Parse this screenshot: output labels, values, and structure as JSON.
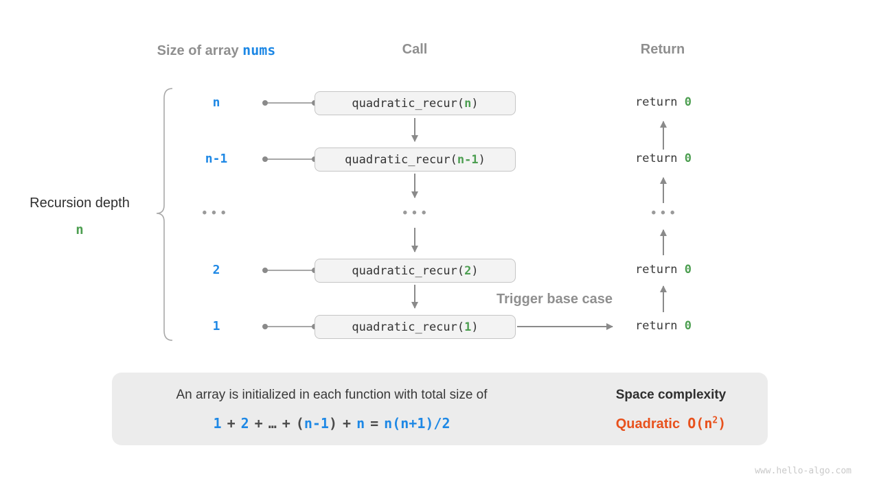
{
  "colors": {
    "accent_blue": "#1e88e5",
    "accent_green": "#4c9e50",
    "accent_orange": "#e8511c",
    "header_gray": "#8f8f8f",
    "arrow_gray": "#8a8a8a",
    "box_fill": "#f3f3f3",
    "panel_fill": "#ececec"
  },
  "headers": {
    "size_text": "Size of array ",
    "size_code": "nums",
    "call": "Call",
    "return": "Return"
  },
  "left": {
    "caption": "Recursion depth",
    "depth_value": "n"
  },
  "rows": [
    {
      "size": "n",
      "call_pre": "quadratic_recur(",
      "call_arg": "n",
      "call_suf": ")",
      "ret_kw": "return ",
      "ret_val": "0"
    },
    {
      "size": "n-1",
      "call_pre": "quadratic_recur(",
      "call_arg": "n-1",
      "call_suf": ")",
      "ret_kw": "return ",
      "ret_val": "0"
    },
    {
      "size": "2",
      "call_pre": "quadratic_recur(",
      "call_arg": "2",
      "call_suf": ")",
      "ret_kw": "return ",
      "ret_val": "0"
    },
    {
      "size": "1",
      "call_pre": "quadratic_recur(",
      "call_arg": "1",
      "call_suf": ")",
      "ret_kw": "return ",
      "ret_val": "0"
    }
  ],
  "ellipsis": {
    "size": "•••",
    "call": "•••",
    "return": "•••"
  },
  "trigger_label": "Trigger base case",
  "panel": {
    "line1": "An array is initialized in each function with total size of",
    "formula": {
      "t0": "1",
      "t1": "+",
      "t2": "2",
      "t3": "+",
      "t4": "…",
      "t5": "+",
      "t6": "(",
      "t7": "n-1",
      "t8": ")",
      "t9": "+",
      "t10": "n",
      "t11": "=",
      "t12": "n(n+1)/2"
    },
    "space_title": "Space complexity",
    "complexity_word": "Quadratic",
    "big_o_pre": "O(n",
    "big_o_sup": "2",
    "big_o_suf": ")"
  },
  "watermark": "www.hello-algo.com"
}
